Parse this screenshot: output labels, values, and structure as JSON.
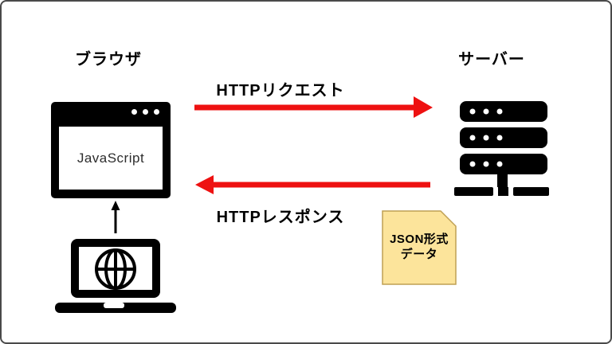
{
  "diagram": {
    "title_browser": "ブラウザ",
    "title_server": "サーバー",
    "arrow_request_label": "HTTPリクエスト",
    "arrow_response_label": "HTTPレスポンス",
    "browser_content": "JavaScript",
    "note": {
      "line1": "JSON形式",
      "line2": "データ"
    },
    "icons": {
      "browser_window": "browser-window-icon",
      "server": "server-rack-icon",
      "laptop": "laptop-globe-icon",
      "data_note": "folded-note-icon",
      "request_arrow": "red-arrow-right",
      "response_arrow": "red-arrow-left",
      "upload_arrow": "black-arrow-up"
    },
    "colors": {
      "arrow_red": "#EE1111",
      "note_fill": "#FCE49B",
      "note_border": "#BFA054",
      "icon_black": "#000000",
      "canvas_border": "#4A4A4A"
    }
  }
}
